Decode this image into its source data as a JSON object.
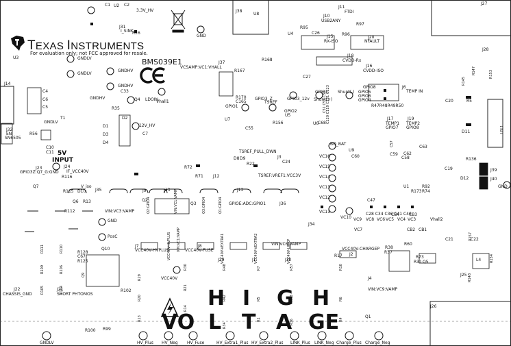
{
  "brand": {
    "company": "Texas Instruments",
    "notice": "For evaluation only; not FCC approved for resale.",
    "board_id": "BMS039E1"
  },
  "warning": {
    "letters": [
      "H",
      "I",
      "G",
      "H",
      "VO",
      "L",
      "T",
      "A",
      "GE"
    ]
  },
  "pads": [
    "HV_Plus",
    "HV_Neg",
    "HV_Fuse",
    "HV_Extra1_Plus",
    "HV_Extra2_Plus",
    "LINK_Plus",
    "LINK_Neg",
    "Charge_Plus",
    "Charge_Neg"
  ],
  "labels": {
    "c1": "C1",
    "u2": "U2",
    "c2": "C2",
    "hv3v3": "3.3V_HV",
    "j31": "J31",
    "i_sink": "I_SINK",
    "r26": "R26",
    "gnd": "GND",
    "j38": "J38",
    "u6": "U8",
    "j11": "J11",
    "ftdi": "FTDI",
    "j10": "J10",
    "usb2any": "USB2ANY",
    "r95": "R95",
    "u4": "U4",
    "c26": "C26",
    "j15": "J15",
    "rx_iso": "RX-ISO",
    "r96": "R96",
    "r97": "R97",
    "j20": "J20",
    "nfault": "NFAULT",
    "j18": "J18",
    "cvdd_rx": "CVDD-Rx",
    "j16": "J16",
    "cvdd_iso": "CVDD-ISO",
    "j27": "J27",
    "j28": "J28",
    "u3": "U3",
    "gndlv": "GNDLV",
    "gndhv": "GNDHV",
    "c33": "C33",
    "q4": "Q4",
    "ldoin": "LDOIN",
    "r35": "R35",
    "vhall1": "Vhall1",
    "vcsamp": "VCSAMP:VC1:VHALL",
    "j37": "J37",
    "j14": "J14",
    "c4": "C4",
    "c6": "C6",
    "c5": "C5",
    "t1": "T1",
    "j32": "J32",
    "en": "EN",
    "sn6505": "SN6505",
    "r56": "R56",
    "c10": "C10",
    "c11": "C11",
    "v5": "5V",
    "input": "INPUT",
    "j23": "J23",
    "gpio3_gnd": "GPIO3Z:Q7_G:GND",
    "j24": "J24",
    "if_vcc40v": "IF_VCC40V",
    "r116": "R116",
    "r115": "R115",
    "d10": "D10",
    "v_iso": "V_iso",
    "d2": "D2",
    "d1": "D1",
    "d3": "D3",
    "d4": "D4",
    "hv12": "12V_HV",
    "c7": "C7",
    "r168": "R168",
    "r167": "R167",
    "c27": "C27",
    "r170": "R170",
    "c165": "C165",
    "gpio1": "GPIO1",
    "gpio3_z": "GPIO3_Z",
    "tsref": "TSREF",
    "gpio3_12v": "GPIO3_12v",
    "gpio2": "GPIO2",
    "u5": "U5",
    "gpio3": "GPIO3",
    "shunt_plus": "Shunt(+)",
    "shunt_minus": "Shunt(-)",
    "gpio_bank": "GPIO8",
    "gpio5": "GPIO5",
    "gpio6": "GPIO6",
    "gpio4": "GPIO4",
    "j6": "J6",
    "temp_in": "TEMP IN",
    "r47_r50": "R47R48R49R50",
    "j17": "J17",
    "temp1": "TEMP1",
    "gpio7": "GPIO7",
    "j19": "J19",
    "temp2": "TEMP2",
    "gpio8": "GPIO8",
    "u7": "U7",
    "u6b": "U6",
    "c55": "C55",
    "r156": "R156",
    "c68": "C68",
    "tsref_pull": "TSREF_PULL_DWN",
    "j3": "J3",
    "d8": "D8",
    "d9": "D9",
    "r22": "R22",
    "c24": "C24",
    "tsref_vref": "TSREF:VREF1:VCC3V",
    "bq_bat": "BQ_BAT",
    "u9": "U9",
    "vc16": "VC16",
    "vc15": "VC15",
    "vc14": "VC14",
    "vc13": "VC13",
    "vc12": "VC12",
    "vc11": "VC11",
    "vc10": "VC10",
    "vc9": "VC9",
    "vc8": "VC8",
    "vc7": "VC7",
    "vc6": "VC6",
    "vc5": "VC5",
    "vc4": "VC4",
    "vc3": "VC3",
    "vhall2": "Vhall2",
    "c60": "C60",
    "c59": "C59",
    "c58": "C58",
    "c62": "C62",
    "c63": "C63",
    "c47": "C47",
    "u1": "U1",
    "r173": "R173",
    "r92": "R92",
    "r74": "R74",
    "c28_row": "C28 C34 C36 C41 C46",
    "cb4": "CB4",
    "cb3": "CB3",
    "cb2": "CB2",
    "cb1": "CB1",
    "r60": "R60",
    "r38": "R38",
    "r37": "R37",
    "r73": "R73",
    "r31": "R31",
    "q5": "Q5",
    "j4": "J4",
    "vin_vc9": "VIN:VC9:VAMP",
    "q1": "Q1",
    "j25": "J25",
    "j26": "J26",
    "l4": "L4",
    "j39": "J39",
    "j40": "J40",
    "c20": "C20",
    "r5": "R5",
    "d11": "D11",
    "d12": "D12",
    "r136": "R136",
    "c19": "C19",
    "c21": "C21",
    "c22": "C22",
    "q7": "Q7",
    "q6": "Q6",
    "r13": "R13",
    "j35": "J35",
    "j33": "J33",
    "j12": "J12",
    "r72": "R72",
    "r71": "R71",
    "q2": "Q2",
    "q3": "Q3",
    "j9": "J9",
    "j13": "J13",
    "gpio_adc": "GPIOE:ADC:GPIO1",
    "j36": "J36",
    "vin_vc3": "VIN:VC3:VAMP",
    "j34": "J34",
    "vin_vc6": "VIN:VC6:VAMP",
    "posc": "PosC",
    "r112": "R112",
    "q10": "Q10",
    "r128": "R128",
    "c67": "C67",
    "r125": "R125",
    "j22": "J22",
    "chassis_gnd": "CHASSIS_GND",
    "j21": "J21",
    "short_phtomos": "SHORT PHTOMOS",
    "r100": "R100",
    "r99": "R99",
    "r102": "R102",
    "j7": "J7",
    "vcc40v_hvplus": "VCC40V-HVPLUS",
    "vcc40v": "VCC40V",
    "j8": "J8",
    "vcc40v_fuse": "VCC40V-FUSE",
    "j29": "J29",
    "j1": "J1",
    "j30": "J30",
    "vcc40v_chargep": "VCC40V-CHARGEP",
    "j2": "J2",
    "r17": "R17",
    "r29": "R29",
    "r20": "R20",
    "r30": "R30",
    "r21": "R21",
    "r14": "R14",
    "r48": "R48",
    "r42": "R42",
    "r34": "R34",
    "r7": "R7",
    "r1": "R1",
    "r57": "R57",
    "r43": "R43",
    "r36": "R36",
    "r10": "R10",
    "r6": "R6",
    "r4": "R4",
    "r111": "R111",
    "r109": "R109",
    "r105": "R105",
    "r110": "R110",
    "r106": "R106",
    "r104": "R104",
    "q9": "Q9",
    "vin_vc1_vamp": "VCC40V-HVPLUS",
    "vin_vc1_vamp2": "VIN:VC1:VAMP",
    "vcc40v_vextra1": "VCC40V-VEXTRA1",
    "vcc40v_vextra2": "VCC40V-VEXTRA2",
    "vcc40v_linkp": "VCC40V-LINKP",
    "vin_vc1": "VIN:VC1:VAMP",
    "q2_gpio4": "Q2:GPIO4",
    "q3_gpio4": "Q3:GPIO4",
    "q1_gpio4": "Q1:GPIO4",
    "c51_c52": "C51 C52 C53",
    "c120_c121": "C120 C119 C121 C123",
    "lbl1": "LBL1",
    "c57": "C57",
    "r153": "R153",
    "r147": "R147",
    "r145": "R145",
    "r154": "R154",
    "r148": "R148",
    "r157": "R157"
  }
}
